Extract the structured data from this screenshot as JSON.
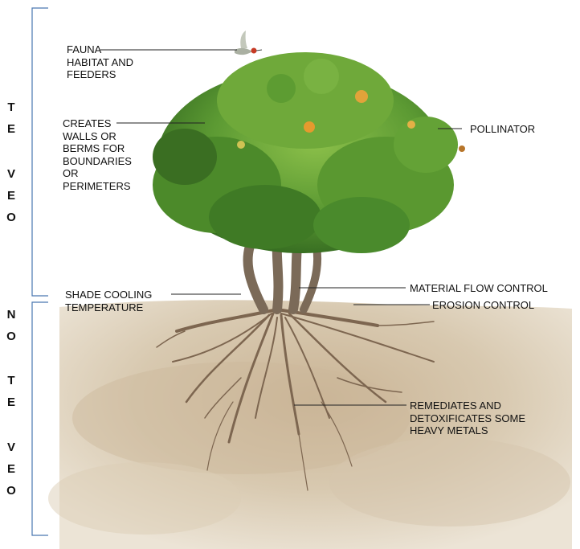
{
  "side_labels": {
    "top": [
      "T",
      "E",
      "V",
      "E",
      "O"
    ],
    "bottom": [
      "N",
      "O",
      "T",
      "E",
      "V",
      "E",
      "O"
    ]
  },
  "labels": {
    "fauna": "FAUNA\nHABITAT AND\nFEEDERS",
    "walls": "CREATES\nWALLS OR\nBERMS FOR\nBOUNDARIES\nOR\nPERIMETERS",
    "pollinator": "POLLINATOR",
    "shade": "SHADE COOLING\nTEMPERATURE",
    "material": "MATERIAL FLOW CONTROL",
    "erosion": "EROSION CONTROL",
    "remediates": "REMEDIATES AND\nDETOXIFICATES SOME\nHEAVY METALS"
  },
  "colors": {
    "bracket": "#4a78b0",
    "soil": "#d2c1a6",
    "foliage": "#4f8a2b",
    "trunk": "#7b6a58",
    "root": "#7d6650",
    "bird_accent": "#c63a25"
  },
  "icons": {
    "bird": "hummingbird-icon"
  }
}
